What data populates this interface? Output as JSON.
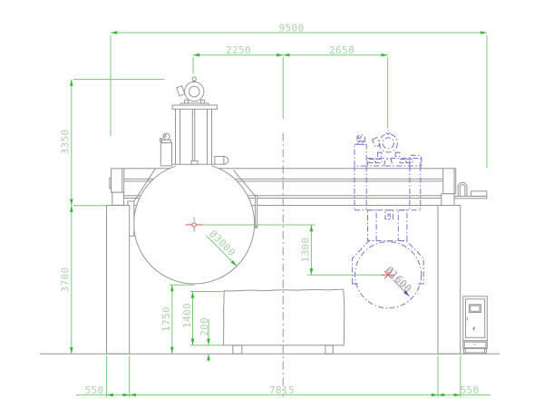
{
  "drawing": {
    "type": "cad-machine-elevation",
    "units": "mm",
    "colors": {
      "background": "#ffffff",
      "outline": "#969696",
      "outline-text": "#9a9aa2",
      "dim-line": "#7cc67c",
      "dim-arrow": "#3bb43b",
      "dim-text": "#aed0ae",
      "phantom": "#7474c6",
      "centerline": "#b08a8a",
      "center-mark": "#c96060",
      "leader-arrow": "#4a4aae"
    },
    "dimensions": {
      "overall_length": "9500",
      "main_spindle_to_center": "2250",
      "center_to_secondary_spindle": "2650",
      "motor_top_height": "3350",
      "beam_underside_height": "3700",
      "main_blade_clearance": "1750",
      "workpiece_height": "1400",
      "sleeper_height": "200",
      "spindle_offset": "1300",
      "support_span": "7815",
      "left_support_width": "550",
      "right_support_width": "550"
    },
    "labels": {
      "main_blade_diameter": "Ø3000",
      "secondary_blade_diameter": "Ø1600"
    }
  }
}
